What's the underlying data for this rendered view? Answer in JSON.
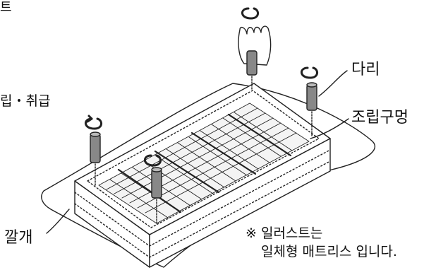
{
  "header": {
    "top_fragment": "트",
    "left_fragment": "립・취급"
  },
  "callouts": {
    "leg": "다리",
    "assembly_hole": "조립구멍",
    "sheet": "깔개"
  },
  "note": {
    "line1": "※ 일러스트는",
    "line2": "일체형 매트리스 입니다."
  },
  "icons": [
    "rotate-arrow-icon",
    "hand-icon",
    "leg-post-icon"
  ]
}
